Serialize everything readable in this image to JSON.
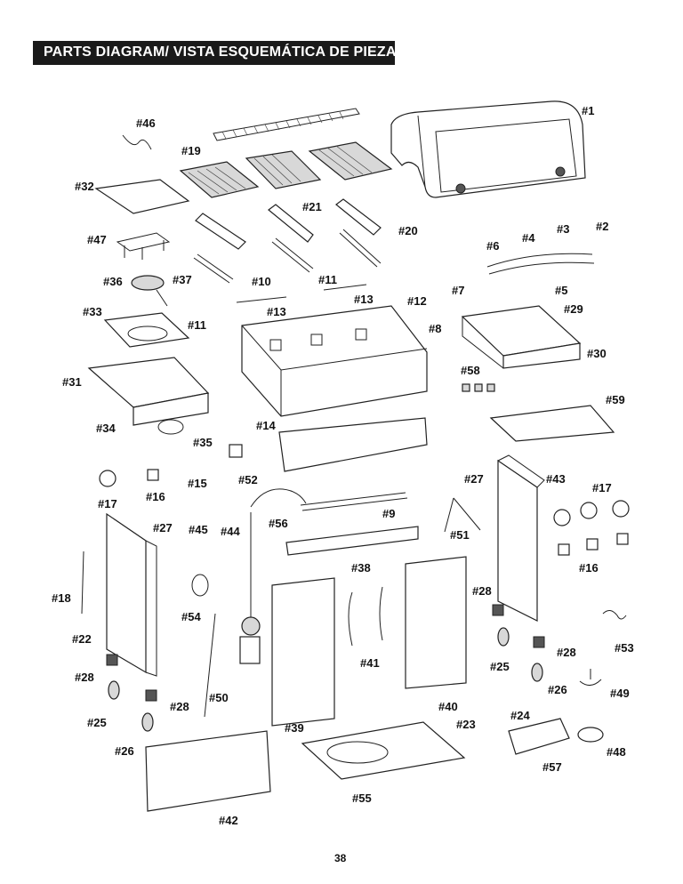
{
  "header": {
    "title": "PARTS DIAGRAM/ VISTA ESQUEMÁTICA DE PIEZAS"
  },
  "labels": {
    "p1": "#1",
    "p2": "#2",
    "p3": "#3",
    "p4": "#4",
    "p5": "#5",
    "p6": "#6",
    "p7": "#7",
    "p8": "#8",
    "p9": "#9",
    "p10": "#10",
    "p11a": "#11",
    "p11b": "#11",
    "p12": "#12",
    "p13a": "#13",
    "p13b": "#13",
    "p14": "#14",
    "p15": "#15",
    "p16a": "#16",
    "p16b": "#16",
    "p17a": "#17",
    "p17b": "#17",
    "p18": "#18",
    "p19": "#19",
    "p20": "#20",
    "p21": "#21",
    "p22": "#22",
    "p23": "#23",
    "p24": "#24",
    "p25a": "#25",
    "p25b": "#25",
    "p26a": "#26",
    "p26b": "#26",
    "p27a": "#27",
    "p27b": "#27",
    "p28a": "#28",
    "p28b": "#28",
    "p28c": "#28",
    "p28d": "#28",
    "p29": "#29",
    "p30": "#30",
    "p31": "#31",
    "p32": "#32",
    "p33": "#33",
    "p34": "#34",
    "p35": "#35",
    "p36": "#36",
    "p37": "#37",
    "p38": "#38",
    "p39": "#39",
    "p40": "#40",
    "p41": "#41",
    "p42": "#42",
    "p43": "#43",
    "p44": "#44",
    "p45": "#45",
    "p46": "#46",
    "p47": "#47",
    "p48": "#48",
    "p49": "#49",
    "p50": "#50",
    "p51": "#51",
    "p52": "#52",
    "p53": "#53",
    "p54": "#54",
    "p55": "#55",
    "p56": "#56",
    "p57": "#57",
    "p58": "#58",
    "p59": "#59"
  },
  "footer": {
    "page_number": "38"
  }
}
